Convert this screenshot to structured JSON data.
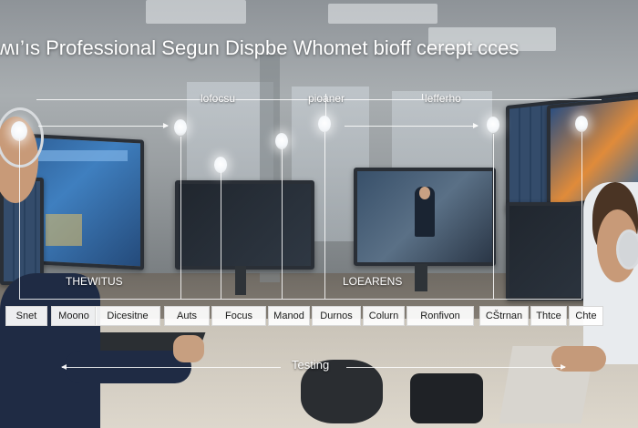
{
  "title": "ʍı’ıs Professional Segun Dispbe Whomet bioff cerept cces",
  "top_labels": [
    "lofocsu",
    "pioaner",
    "lefferho"
  ],
  "mid_labels": [
    "THEWITUS",
    "LOEARENS"
  ],
  "bottom_label": "Testing",
  "tags": [
    "Snet",
    "Moono",
    "Dicesitne",
    "Auts",
    "Focus",
    "Manod",
    "Durnos",
    "Colurn",
    "Ronfivon",
    "CŠtrnan",
    "Thtce",
    "Chte"
  ],
  "colors": {
    "overlay_line": "#ffffff",
    "tag_bg": "#ffffff",
    "title_text": "#ffffff"
  },
  "icons": [
    "lightbulb-node-icon",
    "headphones-icon",
    "arrow-right-icon",
    "arrow-left-icon"
  ]
}
